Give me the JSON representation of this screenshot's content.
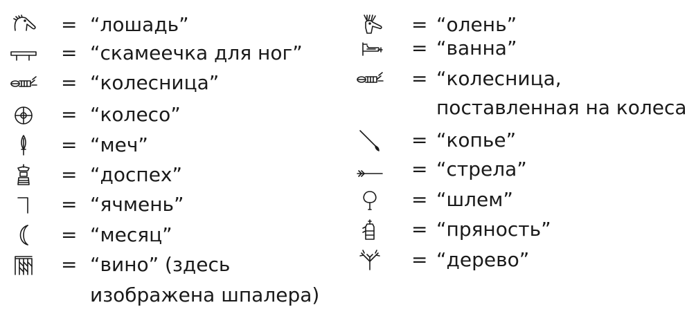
{
  "left_column": [
    {
      "icon": "horse-icon",
      "sign": "=",
      "text": "“лошадь”"
    },
    {
      "icon": "footstool-icon",
      "sign": "=",
      "text": "“скамеечка для ног”"
    },
    {
      "icon": "chariot-icon",
      "sign": "=",
      "text": "“колесница”"
    },
    {
      "icon": "wheel-icon",
      "sign": "=",
      "text": "“колесо”"
    },
    {
      "icon": "sword-icon",
      "sign": "=",
      "text": "“меч”"
    },
    {
      "icon": "armour-icon",
      "sign": "=",
      "text": "“доспех”"
    },
    {
      "icon": "barley-icon",
      "sign": "=",
      "text": "“ячмень”"
    },
    {
      "icon": "month-icon",
      "sign": "=",
      "text": "“месяц”"
    },
    {
      "icon": "wine-trellis-icon",
      "sign": "=",
      "text": "“вино” (здесь",
      "continuation": "изображена шпалера)"
    }
  ],
  "right_column": [
    {
      "icon": "deer-icon",
      "sign": "=",
      "text": "“олень”"
    },
    {
      "icon": "bathtub-icon",
      "sign": "=",
      "text": "“ванна”"
    },
    {
      "icon": "chariot-on-wheels-icon",
      "sign": "=",
      "text": "“колесница,",
      "continuation": "поставленная на колеса”"
    },
    {
      "icon": "spear-icon",
      "sign": "=",
      "text": "“копье”"
    },
    {
      "icon": "arrow-icon",
      "sign": "=",
      "text": "“стрела”"
    },
    {
      "icon": "helmet-icon",
      "sign": "=",
      "text": "“шлем”"
    },
    {
      "icon": "spice-icon",
      "sign": "=",
      "text": "“пряность”"
    },
    {
      "icon": "tree-icon",
      "sign": "=",
      "text": "“дерево”"
    }
  ]
}
